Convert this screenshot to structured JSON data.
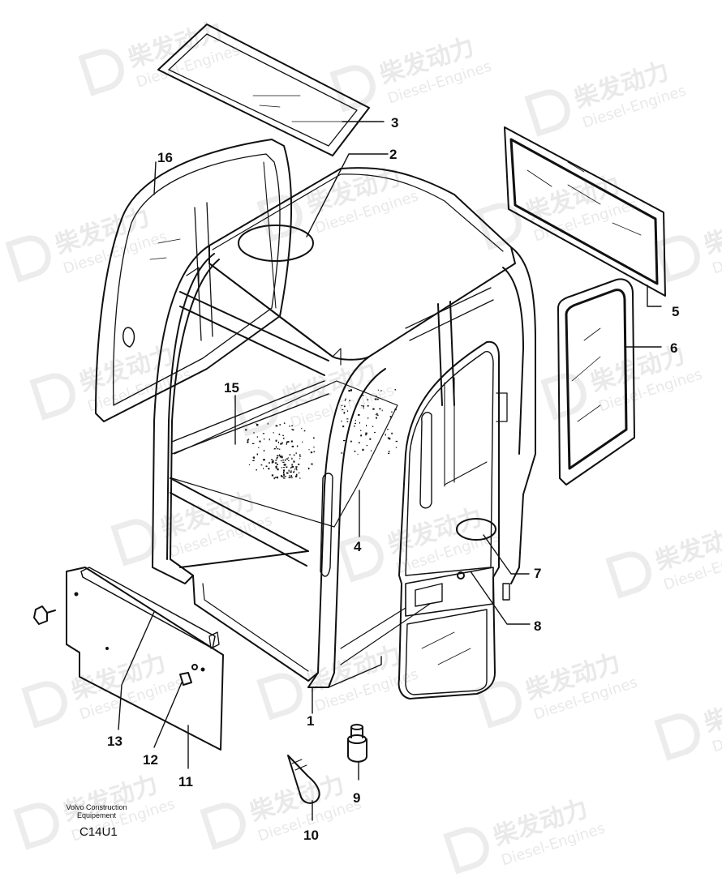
{
  "callouts": [
    {
      "id": "1",
      "label": "1"
    },
    {
      "id": "2",
      "label": "2"
    },
    {
      "id": "3",
      "label": "3"
    },
    {
      "id": "4",
      "label": "4"
    },
    {
      "id": "5",
      "label": "5"
    },
    {
      "id": "6",
      "label": "6"
    },
    {
      "id": "7",
      "label": "7"
    },
    {
      "id": "8",
      "label": "8"
    },
    {
      "id": "9",
      "label": "9"
    },
    {
      "id": "10",
      "label": "10"
    },
    {
      "id": "11",
      "label": "11"
    },
    {
      "id": "12",
      "label": "12"
    },
    {
      "id": "13",
      "label": "13"
    },
    {
      "id": "15",
      "label": "15"
    },
    {
      "id": "16",
      "label": "16"
    }
  ],
  "caption": {
    "line1": "Volvo Construction",
    "line2": "Equipement"
  },
  "figure_code": "C14U1",
  "watermark": {
    "cn": "柴发动力",
    "en": "Diesel-Engines"
  }
}
